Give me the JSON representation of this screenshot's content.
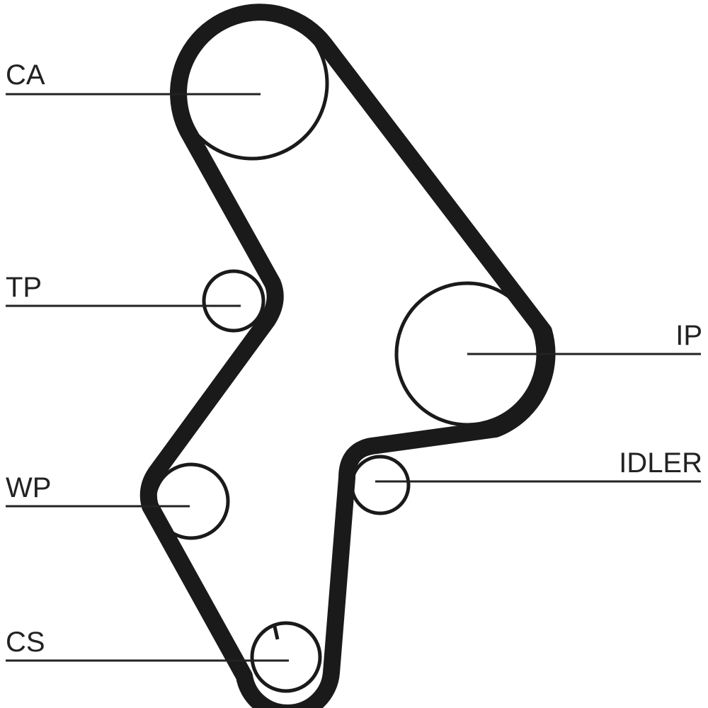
{
  "labels": {
    "ca": "CA",
    "tp": "TP",
    "ip": "IP",
    "idler": "IDLER",
    "wp": "WP",
    "cs": "CS"
  },
  "colors": {
    "belt": "#1a1a1a",
    "line": "#222222"
  }
}
